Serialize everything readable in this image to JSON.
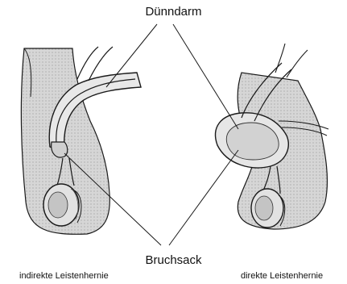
{
  "labels": {
    "top": "Dünndarm",
    "bottom": "Bruchsack",
    "left_caption": "indirekte Leistenhernie",
    "right_caption": "direkte Leistenhernie"
  },
  "colors": {
    "tissue": "#dcdcdc",
    "tissue_dark": "#bdbdbd",
    "outline": "#1a1a1a",
    "background": "#ffffff"
  }
}
